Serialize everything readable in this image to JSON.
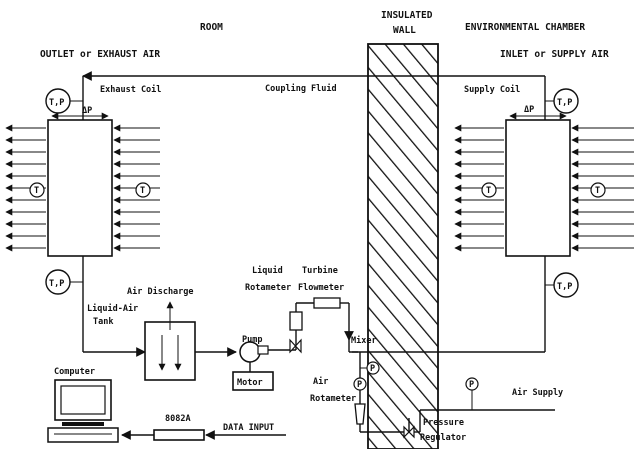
{
  "labels": {
    "room": "ROOM",
    "insulated": "INSULATED",
    "wall": "WALL",
    "env_chamber": "ENVIRONMENTAL CHAMBER",
    "outlet": "OUTLET or EXHAUST AIR",
    "inlet": "INLET or SUPPLY AIR",
    "exhaust_coil": "Exhaust Coil",
    "coupling_fluid": "Coupling Fluid",
    "supply_coil": "Supply Coil",
    "delta_p_left": "ΔP",
    "delta_p_right": "ΔP",
    "liquid_air_1": "Liquid-Air",
    "liquid_air_2": "Tank",
    "air_discharge": "Air Discharge",
    "liquid_rot_1": "Liquid",
    "liquid_rot_2": "Rotameter",
    "turbine_1": "Turbine",
    "turbine_2": "Flowmeter",
    "pump": "Pump",
    "motor": "Motor",
    "mixer": "Mixer",
    "air_rot_1": "Air",
    "air_rot_2": "Rotameter",
    "computer": "Computer",
    "unit_8082a": "8082A",
    "data_input": "DATA INPUT",
    "pressure_1": "Pressure",
    "pressure_2": "Regulator",
    "air_supply": "Air Supply"
  },
  "sensors": {
    "tp": "T,P",
    "t": "T",
    "p": "P"
  }
}
